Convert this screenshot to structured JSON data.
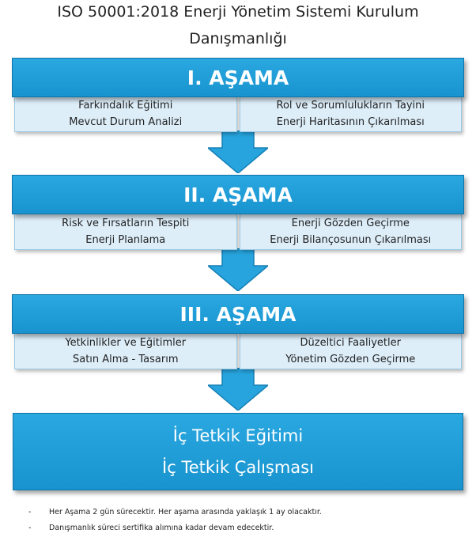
{
  "title": {
    "line1": "ISO 50001:2018 Enerji Yönetim Sistemi Kurulum",
    "line2": "Danışmanlığı"
  },
  "stages": [
    {
      "header": "I. AŞAMA",
      "left": [
        "Farkındalık Eğitimi",
        "Mevcut Durum Analizi"
      ],
      "right": [
        "Rol ve Sorumlulukların Tayini",
        "Enerji Haritasının Çıkarılması"
      ]
    },
    {
      "header": "II. AŞAMA",
      "left": [
        "Risk ve Fırsatların Tespiti",
        "Enerji Planlama"
      ],
      "right": [
        "Enerji Gözden Geçirme",
        "Enerji Bilançosunun Çıkarılması"
      ]
    },
    {
      "header": "III. AŞAMA",
      "left": [
        "Yetkinlikler ve Eğitimler",
        "Satın Alma - Tasarım"
      ],
      "right": [
        "Düzeltici Faaliyetler",
        "Yönetim Gözden Geçirme"
      ]
    }
  ],
  "final": [
    "İç Tetkik Eğitimi",
    "İç Tetkik Çalışması"
  ],
  "notes": [
    "Her Aşama 2 gün sürecektir. Her aşama arasında yaklaşık 1 ay olacaktır.",
    "Danışmanlık süreci sertifika alımına kadar devam edecektir."
  ],
  "note_marker": "-",
  "colors": {
    "header_blue": "#1e9ad6",
    "cell_light": "#ddeef9",
    "arrow_blue": "#27a4de"
  }
}
